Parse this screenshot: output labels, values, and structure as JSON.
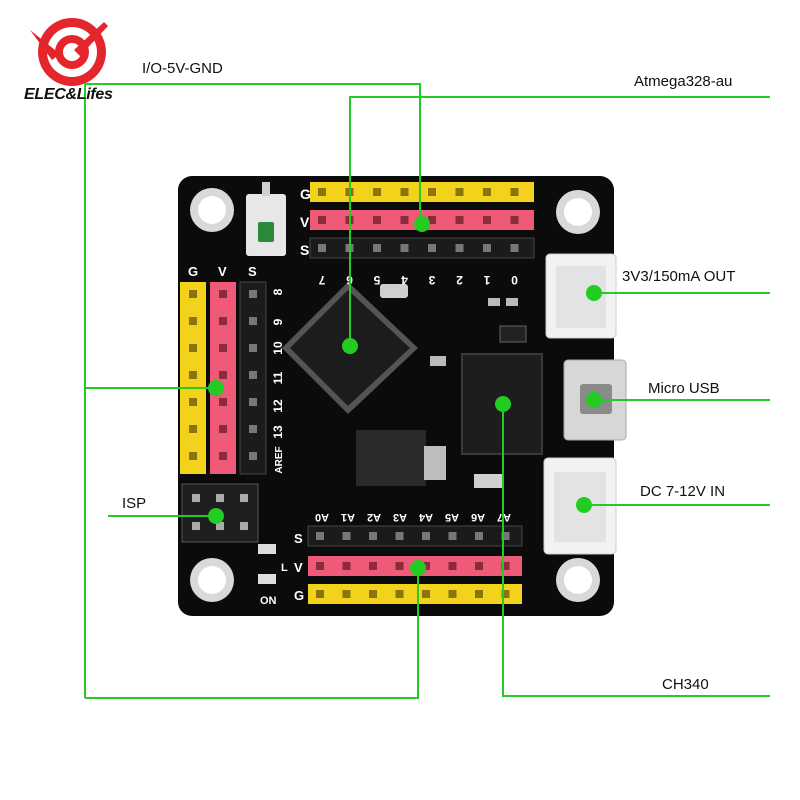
{
  "brand": {
    "name": "ELEC&Lifes"
  },
  "callouts": {
    "io_5v_gnd": "I/O-5V-GND",
    "mcu": "Atmega328-au",
    "regulator_out": "3V3/150mA OUT",
    "usb": "Micro USB",
    "isp": "ISP",
    "dc_in": "DC 7-12V IN",
    "usb_chip": "CH340"
  },
  "board": {
    "header_letters": {
      "g": "G",
      "v": "V",
      "s": "S"
    },
    "top_pins": [
      "7",
      "6",
      "5",
      "4",
      "3",
      "2",
      "1",
      "0"
    ],
    "side_pins": [
      "8",
      "9",
      "10",
      "11",
      "12",
      "13",
      "AREF"
    ],
    "bottom_pins": [
      "A0",
      "A1",
      "A2",
      "A3",
      "A4",
      "A5",
      "A6",
      "A7"
    ],
    "led_labels": {
      "l": "L",
      "on": "ON"
    }
  },
  "colors": {
    "callout_line": "#22cc22",
    "pcb": "#0b0b0b",
    "header_yellow": "#f2d21a",
    "header_pink": "#ee5a78",
    "header_black": "#1b1b1b",
    "brand_red": "#e4262c"
  }
}
